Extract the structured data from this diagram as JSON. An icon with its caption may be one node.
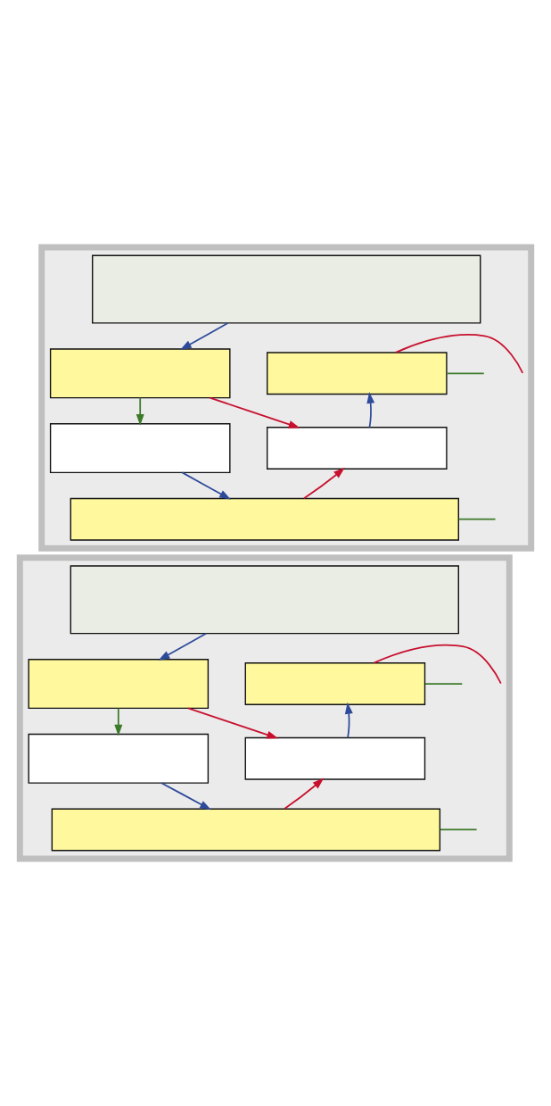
{
  "diagram": {
    "nodes": [
      {
        "text": [],
        "shape": "box"
      },
      {
        "text": [],
        "shape": "box",
        "in": 0
      },
      {
        "text": [],
        "shape": "box",
        "in": 0
      },
      {
        "text": [],
        "shape": "box",
        "in": 0
      },
      {
        "text": [],
        "shape": "box",
        "in": 0
      },
      {
        "text": [],
        "shape": "box",
        "in": 0
      },
      {
        "text": [],
        "shape": "box",
        "in": 0
      },
      {
        "text": [],
        "shape": "box"
      },
      {
        "text": [],
        "shape": "box",
        "in": 7
      },
      {
        "text": [],
        "shape": "box",
        "in": 7
      },
      {
        "text": [],
        "shape": "box",
        "in": 7
      },
      {
        "text": [],
        "shape": "box",
        "in": 7
      },
      {
        "text": [],
        "shape": "box",
        "in": 7
      },
      {
        "text": [],
        "shape": "box",
        "in": 7
      }
    ],
    "edges": [
      {
        "from": 1,
        "to": 2,
        "arrow": "to",
        "color": "#2e4a9a"
      },
      {
        "from": 2,
        "to": 4,
        "arrow": "to",
        "color": "#3c7a2a"
      },
      {
        "from": 2,
        "to": 5,
        "arrow": "to",
        "color": "#c8102e"
      },
      {
        "from": 4,
        "to": 6,
        "arrow": "to",
        "color": "#2e4a9a"
      },
      {
        "from": 6,
        "to": 5,
        "arrow": "to",
        "color": "#c8102e"
      },
      {
        "from": 5,
        "to": 3,
        "arrow": "to",
        "color": "#2e4a9a"
      },
      {
        "from": 3,
        "to": null,
        "arrow": "none",
        "color": "#c8102e"
      },
      {
        "from": 3,
        "to": null,
        "arrow": "none",
        "color": "#3c7a2a"
      },
      {
        "from": 6,
        "to": null,
        "arrow": "none",
        "color": "#3c7a2a"
      },
      {
        "from": 8,
        "to": 9,
        "arrow": "to",
        "color": "#2e4a9a"
      },
      {
        "from": 9,
        "to": 11,
        "arrow": "to",
        "color": "#3c7a2a"
      },
      {
        "from": 9,
        "to": 12,
        "arrow": "to",
        "color": "#c8102e"
      },
      {
        "from": 11,
        "to": 13,
        "arrow": "to",
        "color": "#2e4a9a"
      },
      {
        "from": 13,
        "to": 12,
        "arrow": "to",
        "color": "#c8102e"
      },
      {
        "from": 12,
        "to": 10,
        "arrow": "to",
        "color": "#2e4a9a"
      },
      {
        "from": 10,
        "to": null,
        "arrow": "none",
        "color": "#c8102e"
      },
      {
        "from": 10,
        "to": null,
        "arrow": "none",
        "color": "#3c7a2a"
      },
      {
        "from": 13,
        "to": null,
        "arrow": "none",
        "color": "#3c7a2a"
      }
    ]
  }
}
